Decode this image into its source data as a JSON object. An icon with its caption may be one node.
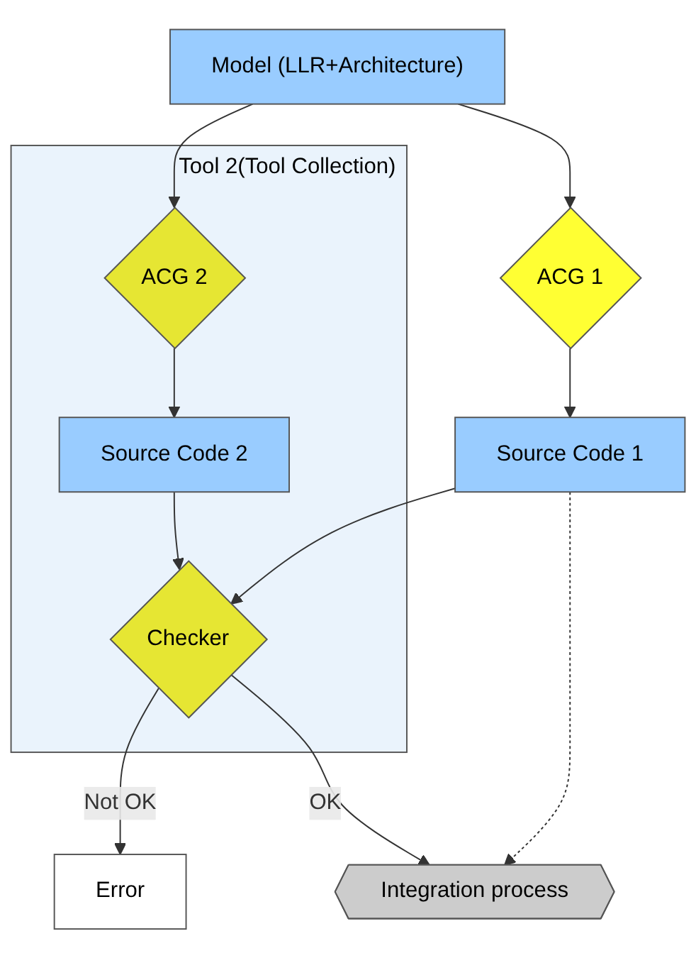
{
  "diagram": {
    "nodes": [
      {
        "text": [
          "Model (LLR+Architecture)"
        ]
      },
      {
        "text": [
          "Tool 2(Tool Collection)"
        ]
      },
      {
        "text": [
          "ACG 1"
        ]
      },
      {
        "text": [
          "ACG 2"
        ],
        "in": 1
      },
      {
        "text": [
          "Source Code 1"
        ]
      },
      {
        "text": [
          "Source Code 2"
        ],
        "in": 1
      },
      {
        "text": [
          "Checker"
        ],
        "in": 1
      },
      {
        "text": [
          "Error"
        ]
      },
      {
        "text": [
          "Integration process"
        ]
      }
    ],
    "edges": [
      {
        "from": 0,
        "to": 2,
        "arrow": "to"
      },
      {
        "from": 0,
        "to": 3,
        "arrow": "to"
      },
      {
        "from": 2,
        "to": 4,
        "arrow": "to"
      },
      {
        "from": 3,
        "to": 5,
        "arrow": "to"
      },
      {
        "from": 5,
        "to": 6,
        "arrow": "to"
      },
      {
        "from": 4,
        "to": 6,
        "arrow": "to"
      },
      {
        "from": 6,
        "to": 7,
        "label": "Not OK",
        "arrow": "to"
      },
      {
        "from": 6,
        "to": 8,
        "label": "OK",
        "arrow": "to"
      },
      {
        "from": 4,
        "to": 8,
        "arrow": "to",
        "style": "dashed"
      }
    ]
  }
}
